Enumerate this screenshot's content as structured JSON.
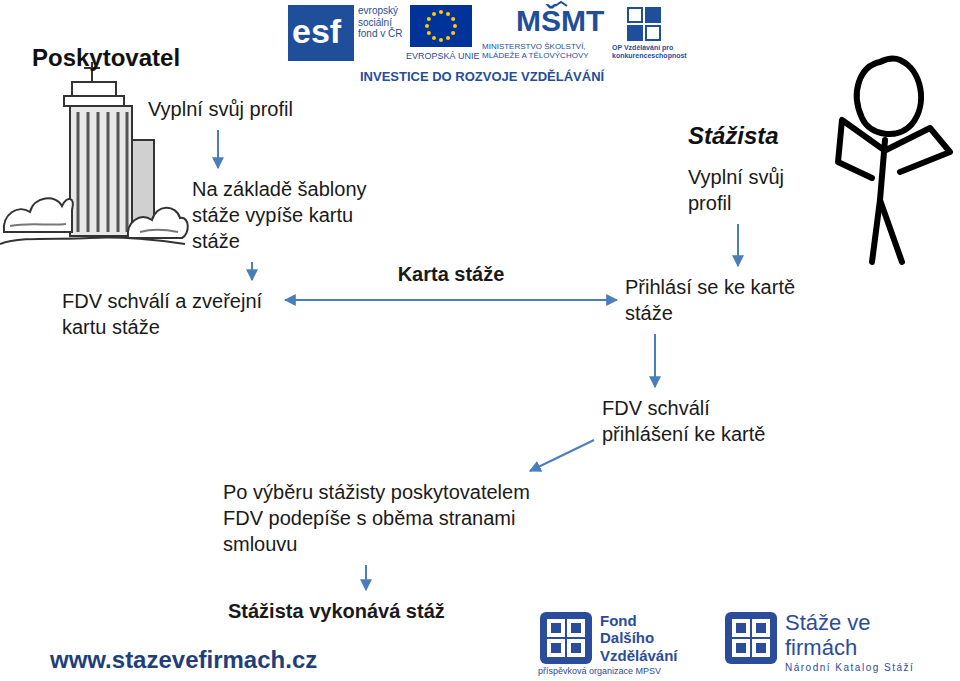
{
  "diagram": {
    "nodes": [
      {
        "text": [
          "Vyplní svůj profil"
        ]
      },
      {
        "text": [
          "Na základě šablony stáže vypíše kartu stáže"
        ]
      },
      {
        "text": [
          "FDV schválí a zveřejní kartu stáže"
        ]
      },
      {
        "text": [
          "Vyplní svůj profil"
        ]
      },
      {
        "text": [
          "Přihlásí se ke kartě stáže"
        ]
      },
      {
        "text": [
          "FDV schválí přihlášení ke kartě"
        ]
      },
      {
        "text": [
          "Po výběru stážisty poskytovatelem FDV podepíše s oběma stranami smlouvu"
        ]
      },
      {
        "text": [
          "Stážista vykonává stáž"
        ]
      }
    ],
    "edges": [
      {
        "from": 0,
        "to": 1,
        "arrow": "to"
      },
      {
        "from": 1,
        "to": 2,
        "arrow": "to"
      },
      {
        "from": 2,
        "to": 4,
        "label": "Karta stáže",
        "arrow": "both"
      },
      {
        "from": 3,
        "to": 4,
        "arrow": "to"
      },
      {
        "from": 4,
        "to": 5,
        "arrow": "to"
      },
      {
        "from": 5,
        "to": 6,
        "arrow": "to"
      },
      {
        "from": 6,
        "to": 7,
        "arrow": "to"
      }
    ],
    "labels": [
      "Poskytovatel",
      "Stážista",
      "esf",
      "evropský sociální fond v ČR",
      "EVROPSKÁ UNIE",
      "MŠMT",
      "MINISTERSTVO ŠKOLSTVÍ, MLÁDEŽE A TĚLOVÝCHOVY",
      "OP Vzdělávání pro konkurenceschopnost",
      "INVESTICE DO ROZVOJE VZDĚLÁVÁNÍ",
      "Fond Dalšího Vzdělávání",
      "příspěvková organizace MPSV",
      "Stáže ve firmách",
      "Národní Katalog Stáží",
      "www.stazevefirmach.cz"
    ]
  }
}
